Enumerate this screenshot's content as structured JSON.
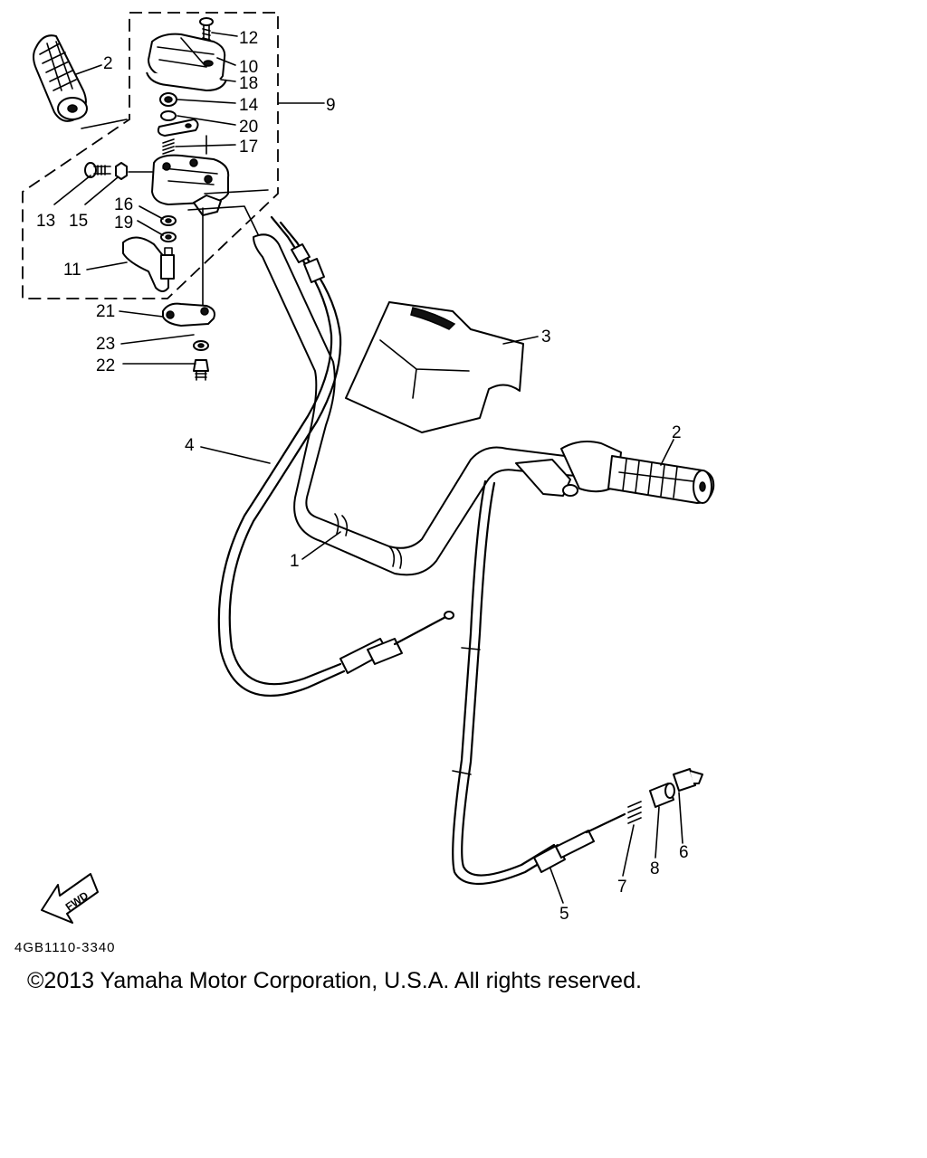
{
  "callouts": [
    {
      "id": "c2a",
      "text": "2"
    },
    {
      "id": "c12",
      "text": "12"
    },
    {
      "id": "c10",
      "text": "10"
    },
    {
      "id": "c18",
      "text": "18"
    },
    {
      "id": "c14",
      "text": "14"
    },
    {
      "id": "c9",
      "text": "9"
    },
    {
      "id": "c20",
      "text": "20"
    },
    {
      "id": "c17",
      "text": "17"
    },
    {
      "id": "c13",
      "text": "13"
    },
    {
      "id": "c15",
      "text": "15"
    },
    {
      "id": "c16",
      "text": "16"
    },
    {
      "id": "c19",
      "text": "19"
    },
    {
      "id": "c11",
      "text": "11"
    },
    {
      "id": "c21",
      "text": "21"
    },
    {
      "id": "c23",
      "text": "23"
    },
    {
      "id": "c22",
      "text": "22"
    },
    {
      "id": "c3",
      "text": "3"
    },
    {
      "id": "c4",
      "text": "4"
    },
    {
      "id": "c2b",
      "text": "2"
    },
    {
      "id": "c1",
      "text": "1"
    },
    {
      "id": "c7",
      "text": "7"
    },
    {
      "id": "c8",
      "text": "8"
    },
    {
      "id": "c6",
      "text": "6"
    },
    {
      "id": "c5",
      "text": "5"
    }
  ],
  "fwd_label": "FWD",
  "diagram_code": "4GB1110-3340",
  "copyright": "©2013 Yamaha Motor Corporation, U.S.A. All rights reserved."
}
